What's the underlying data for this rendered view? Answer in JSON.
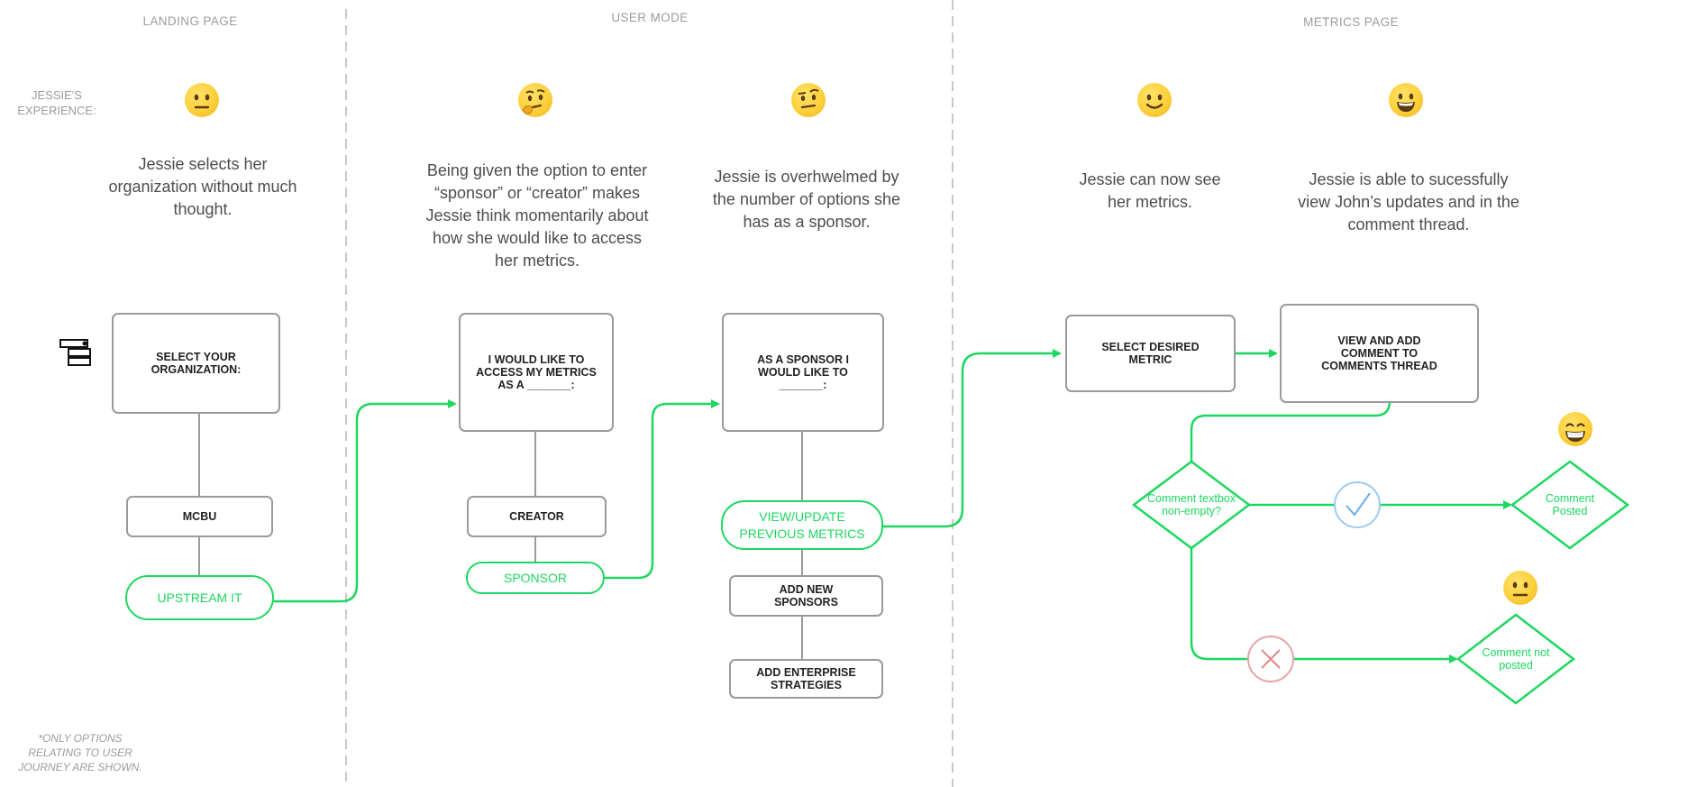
{
  "sections": {
    "landing": "LANDING PAGE",
    "user_mode": "USER MODE",
    "metrics": "METRICS PAGE"
  },
  "experience_label": "JESSIE'S EXPERIENCE:",
  "captions": {
    "landing": "Jessie selects her organization without much thought.",
    "access": "Being given the option to enter “sponsor” or “creator” makes Jessie think momentarily about how she would like to access her metrics.",
    "sponsor": "Jessie is overhwelmed by the number of options she has as a sponsor.",
    "metric": "Jessie can now see her metrics.",
    "comments": "Jessie is able to sucessfully view John’s updates and in the comment thread."
  },
  "emojis": {
    "landing": "neutral-face",
    "access": "thinking-face",
    "sponsor": "raised-eyebrow-face",
    "metric": "slightly-smiling-face",
    "comments": "grinning-face",
    "posted": "beaming-face",
    "not_posted": "neutral-face"
  },
  "boxes": {
    "select_org": "SELECT YOUR ORGANIZATION:",
    "mcbu": "MCBU",
    "access_as": "I  WOULD LIKE TO ACCESS MY METRICS AS A _______:",
    "creator": "CREATOR",
    "as_sponsor": "AS A SPONSOR I WOULD LIKE TO _______:",
    "add_sponsors": "ADD NEW SPONSORS",
    "add_strategies": "ADD ENTERPRISE STRATEGIES",
    "select_metric": "SELECT DESIRED METRIC",
    "view_comment": "VIEW AND ADD COMMENT TO COMMENTS THREAD"
  },
  "highlighted": {
    "upstream": "UPSTREAM IT",
    "sponsor": "SPONSOR",
    "view_update": "VIEW/UPDATE PREVIOUS METRICS"
  },
  "decisions": {
    "textbox": "Comment textbox non-empty?",
    "posted": "Comment Posted",
    "not_posted": "Comment not posted"
  },
  "footnote": "*ONLY OPTIONS RELATING TO USER JOURNEY ARE SHOWN.",
  "colors": {
    "path": "#1ed760",
    "neutral_line": "#9a9a9a",
    "divider": "#c8c8c8",
    "yes": "#6aaee8",
    "no": "#e0888a"
  }
}
